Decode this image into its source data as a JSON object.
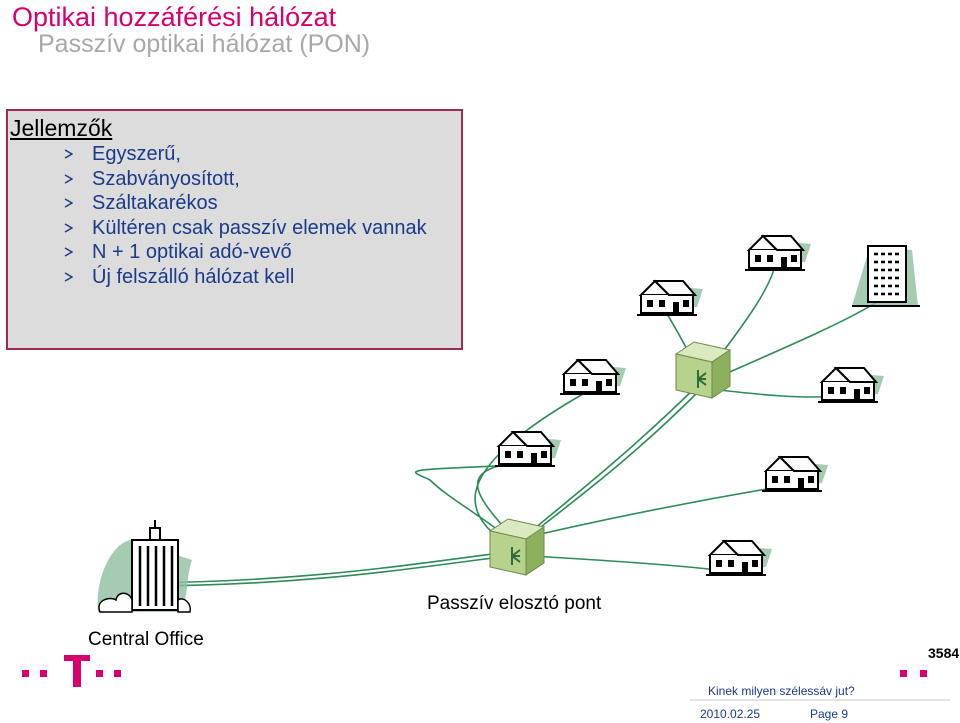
{
  "slide": {
    "title": "Optikai hozzáférési hálózat",
    "subtitle": "Passzív optikai hálózat (PON)"
  },
  "features": {
    "heading": "Jellemzők",
    "items": [
      "Egyszerű,",
      "Szabványosított,",
      "Száltakarékos",
      "Kültéren csak passzív elemek vannak",
      "N + 1 optikai adó-vevő",
      "Új felszálló hálózat kell"
    ]
  },
  "diagram": {
    "central_office_label": "Central Office",
    "splitter_label": "Passzív elosztó pont"
  },
  "footer": {
    "code": "3584",
    "question": "Kinek milyen szélessáv jut?",
    "date": "2010.02.25",
    "page": "Page 9"
  },
  "colors": {
    "brand_magenta": "#d6006f",
    "text_blue": "#1a3a8a",
    "fiber_green": "#2e8b57",
    "splitter_green": "#b7d28c"
  }
}
